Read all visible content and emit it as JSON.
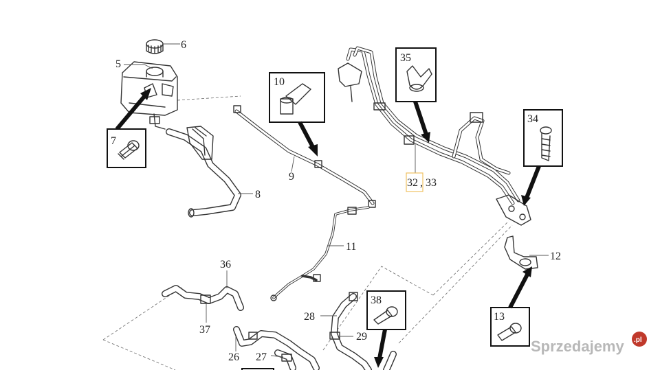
{
  "callouts": {
    "c5": "5",
    "c6": "6",
    "c7": "7",
    "c8": "8",
    "c9": "9",
    "c10": "10",
    "c11": "11",
    "c12": "12",
    "c13": "13",
    "c26": "26",
    "c27": "27",
    "c28": "28",
    "c29": "29",
    "c32": "32",
    "c32sep": ",",
    "c33": "33",
    "c34": "34",
    "c35": "35",
    "c36": "36",
    "c37": "37",
    "c38": "38"
  },
  "watermark": {
    "text": "Sprzedajemy",
    "badge": ".pl"
  },
  "colors": {
    "line": "#333333",
    "highlight": "#f0c060",
    "watermark": "#b8b8b8",
    "badge": "#c0392b"
  },
  "icons": [
    "reservoir-icon",
    "cap-icon",
    "bolt-icon",
    "clamp-icon",
    "clip-icon",
    "bracket-icon"
  ]
}
